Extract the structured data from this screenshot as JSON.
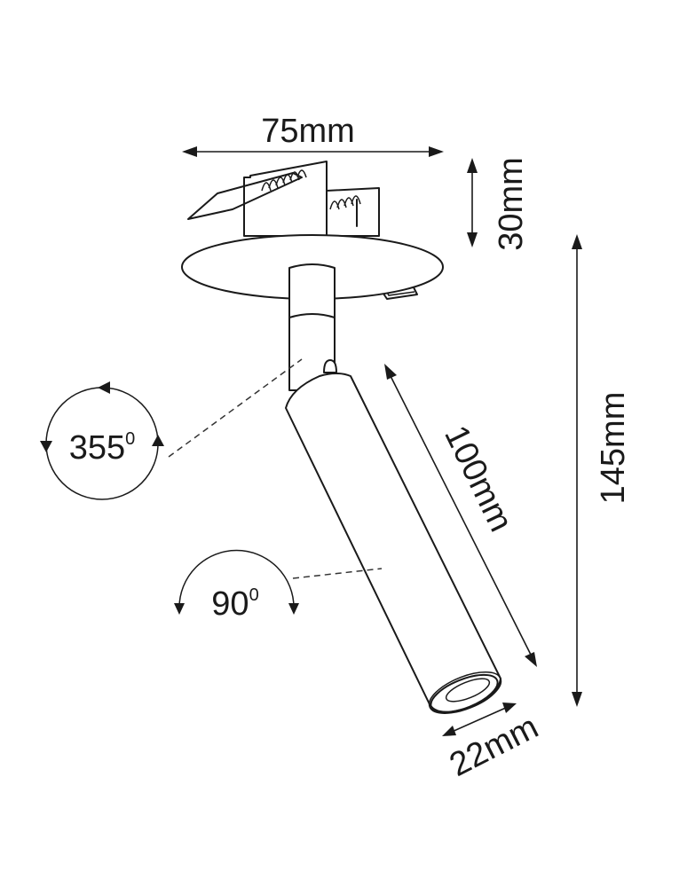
{
  "drawing": {
    "type": "technical-dimension-drawing",
    "subject": "recessed adjustable spotlight",
    "dimensions": {
      "width_label": "75mm",
      "recess_depth_label": "30mm",
      "total_height_label": "145mm",
      "tube_length_label": "100mm",
      "tube_diameter_label": "22mm"
    },
    "rotation": {
      "horizontal_value": "355",
      "horizontal_unit": "0",
      "tilt_value": "90",
      "tilt_unit": "0"
    },
    "colors": {
      "line": "#1a1a1a",
      "background": "#ffffff"
    }
  }
}
